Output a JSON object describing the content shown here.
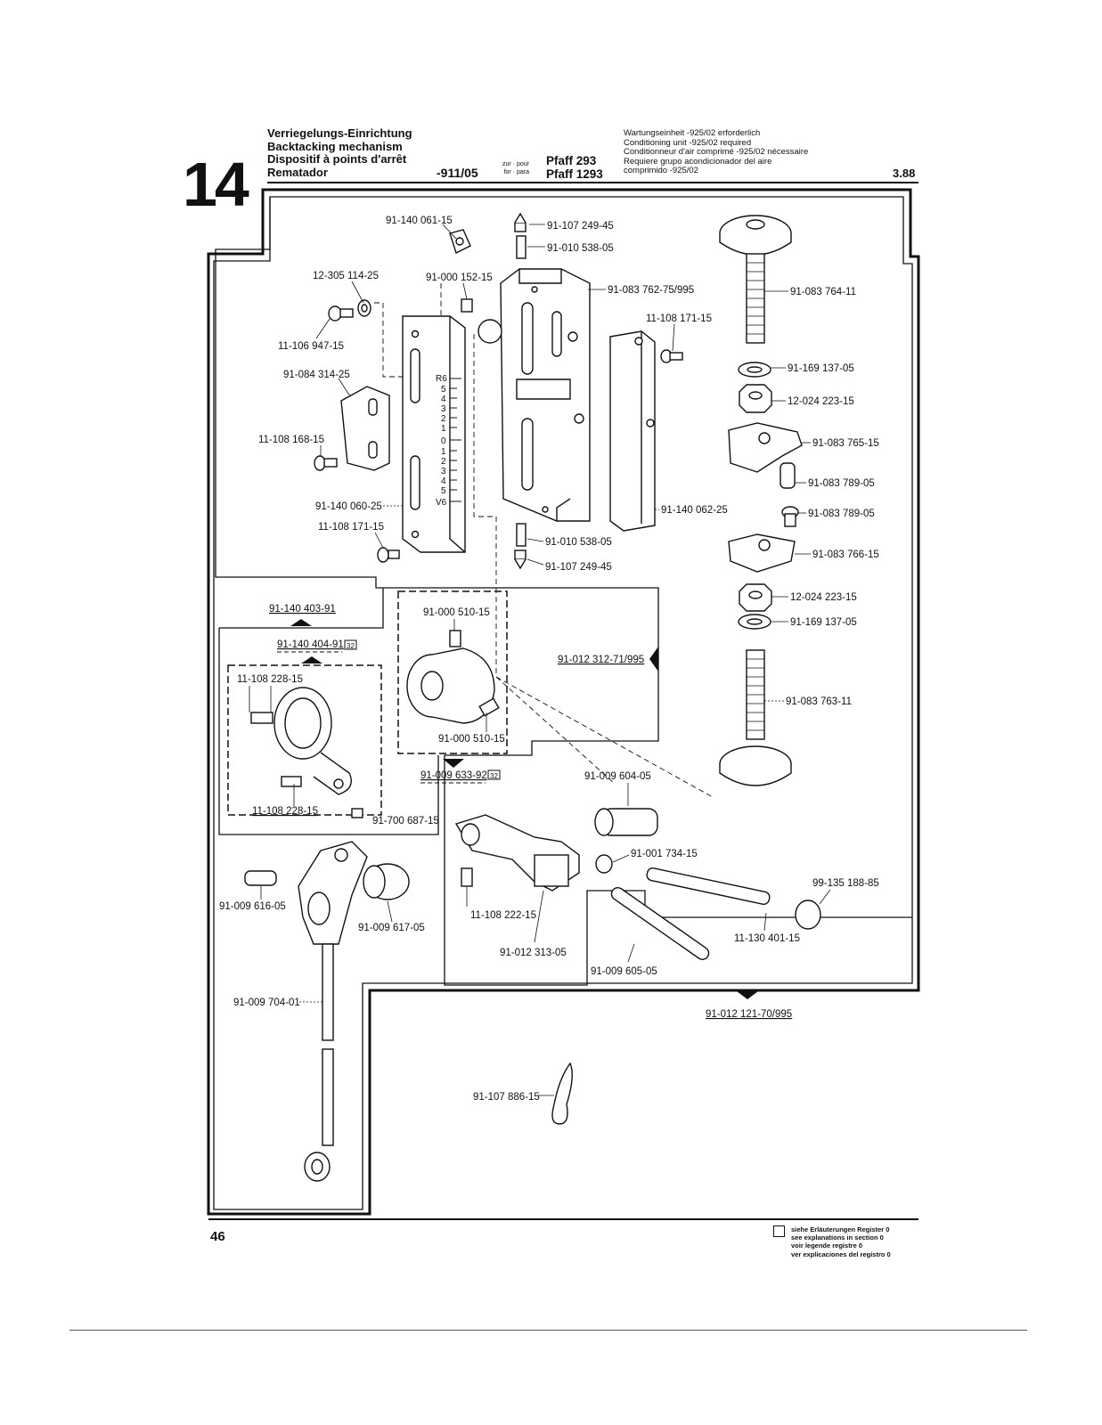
{
  "header": {
    "section_number": "14",
    "titles": [
      "Verriegelungs-Einrichtung",
      "Backtacking mechanism",
      "Dispositif à points d'arrêt",
      "Rematador"
    ],
    "model_code": "-911/05",
    "for_label_top": "zur · pour",
    "for_label_bottom": "for · para",
    "machines": [
      "Pfaff 293",
      "Pfaff 1293"
    ],
    "notes": [
      "Wartungseinheit -925/02 erforderlich",
      "Conditioning unit -925/02 required",
      "Conditionneur d'air comprimé -925/02 nécessaire",
      "Requiere grupo acondicionador del aire",
      "comprimido -925/02"
    ],
    "date": "3.88"
  },
  "footer": {
    "page_number": "46",
    "legend": [
      "siehe Erläuterungen Register 0",
      "see explanations in section 0",
      "voir legende registre 0",
      "ver explicaciones del registro 0"
    ]
  },
  "diagram": {
    "scale_labels": [
      "R6",
      "5",
      "4",
      "3",
      "2",
      "1",
      "0",
      "1",
      "2",
      "3",
      "4",
      "5",
      "V6"
    ],
    "parts": [
      {
        "id": "p1",
        "label": "91-140 061-15"
      },
      {
        "id": "p2",
        "label": "91-107 249-45"
      },
      {
        "id": "p3",
        "label": "91-010 538-05"
      },
      {
        "id": "p4",
        "label": "12-305 114-25"
      },
      {
        "id": "p5",
        "label": "91-000 152-15"
      },
      {
        "id": "p6",
        "label": "91-083 762-75/995"
      },
      {
        "id": "p7",
        "label": "91-083 764-11"
      },
      {
        "id": "p8",
        "label": "11-108 171-15"
      },
      {
        "id": "p9",
        "label": "11-106 947-15"
      },
      {
        "id": "p10",
        "label": "91-084 314-25"
      },
      {
        "id": "p11",
        "label": "91-169 137-05"
      },
      {
        "id": "p12",
        "label": "12-024 223-15"
      },
      {
        "id": "p13",
        "label": "11-108 168-15"
      },
      {
        "id": "p14",
        "label": "91-083 765-15"
      },
      {
        "id": "p15",
        "label": "91-083 789-05"
      },
      {
        "id": "p16",
        "label": "91-140 060-25"
      },
      {
        "id": "p17",
        "label": "91-140 062-25"
      },
      {
        "id": "p18",
        "label": "91-083 789-05"
      },
      {
        "id": "p19",
        "label": "11-108 171-15"
      },
      {
        "id": "p20",
        "label": "91-010 538-05"
      },
      {
        "id": "p21",
        "label": "91-083 766-15"
      },
      {
        "id": "p22",
        "label": "91-107 249-45"
      },
      {
        "id": "p23",
        "label": "12-024 223-15"
      },
      {
        "id": "p24",
        "label": "91-140 403-91"
      },
      {
        "id": "p25",
        "label": "91-000 510-15"
      },
      {
        "id": "p26",
        "label": "91-169 137-05"
      },
      {
        "id": "p27",
        "label": "91-140 404-91"
      },
      {
        "id": "p28",
        "label": "91-012 312-71/995"
      },
      {
        "id": "p29",
        "label": "11-108 228-15"
      },
      {
        "id": "p30",
        "label": "91-083 763-11"
      },
      {
        "id": "p31",
        "label": "91-000 510-15"
      },
      {
        "id": "p32",
        "label": "91-009 633-92"
      },
      {
        "id": "p33",
        "label": "91-009 604-05"
      },
      {
        "id": "p34",
        "label": "11-108 228-15"
      },
      {
        "id": "p35",
        "label": "91-700 687-15"
      },
      {
        "id": "p36",
        "label": "91-001 734-15"
      },
      {
        "id": "p37",
        "label": "99-135 188-85"
      },
      {
        "id": "p38",
        "label": "91-009 616-05"
      },
      {
        "id": "p39",
        "label": "11-108 222-15"
      },
      {
        "id": "p40",
        "label": "91-009 617-05"
      },
      {
        "id": "p41",
        "label": "91-012 313-05"
      },
      {
        "id": "p42",
        "label": "11-130 401-15"
      },
      {
        "id": "p43",
        "label": "91-009 605-05"
      },
      {
        "id": "p44",
        "label": "91-009 704-01"
      },
      {
        "id": "p45",
        "label": "91-012 121-70/995"
      },
      {
        "id": "p46",
        "label": "91-107 886-15"
      }
    ],
    "badge": "32"
  }
}
